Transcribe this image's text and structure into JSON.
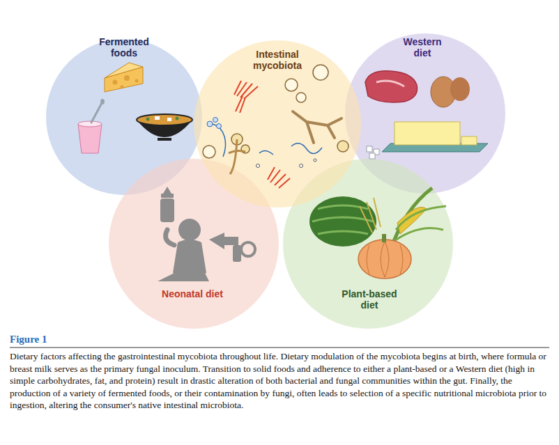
{
  "diagram": {
    "title": "Figure 1",
    "caption": "Dietary factors affecting the gastrointestinal mycobiota throughout life. Dietary modulation of the mycobiota begins at birth, where formula or breast milk serves as the primary fungal inoculum. Transition to solid foods and adherence to either a plant-based or a Western diet (high in simple carbohydrates, fat, and protein) result in drastic alteration of both bacterial and fungal communities within the gut. Finally, the production of a variety of fermented foods, or their contamination by fungi, often leads to selection of a specific nutritional microbiota prior to ingestion, altering the consumer's native intestinal microbiota.",
    "nodes": [
      {
        "text": [
          "Fermented foods"
        ]
      },
      {
        "text": [
          "Intestinal mycobiota"
        ]
      },
      {
        "text": [
          "Western diet"
        ]
      },
      {
        "text": [
          "Neonatal diet"
        ]
      },
      {
        "text": [
          "Plant-based diet"
        ]
      }
    ]
  }
}
